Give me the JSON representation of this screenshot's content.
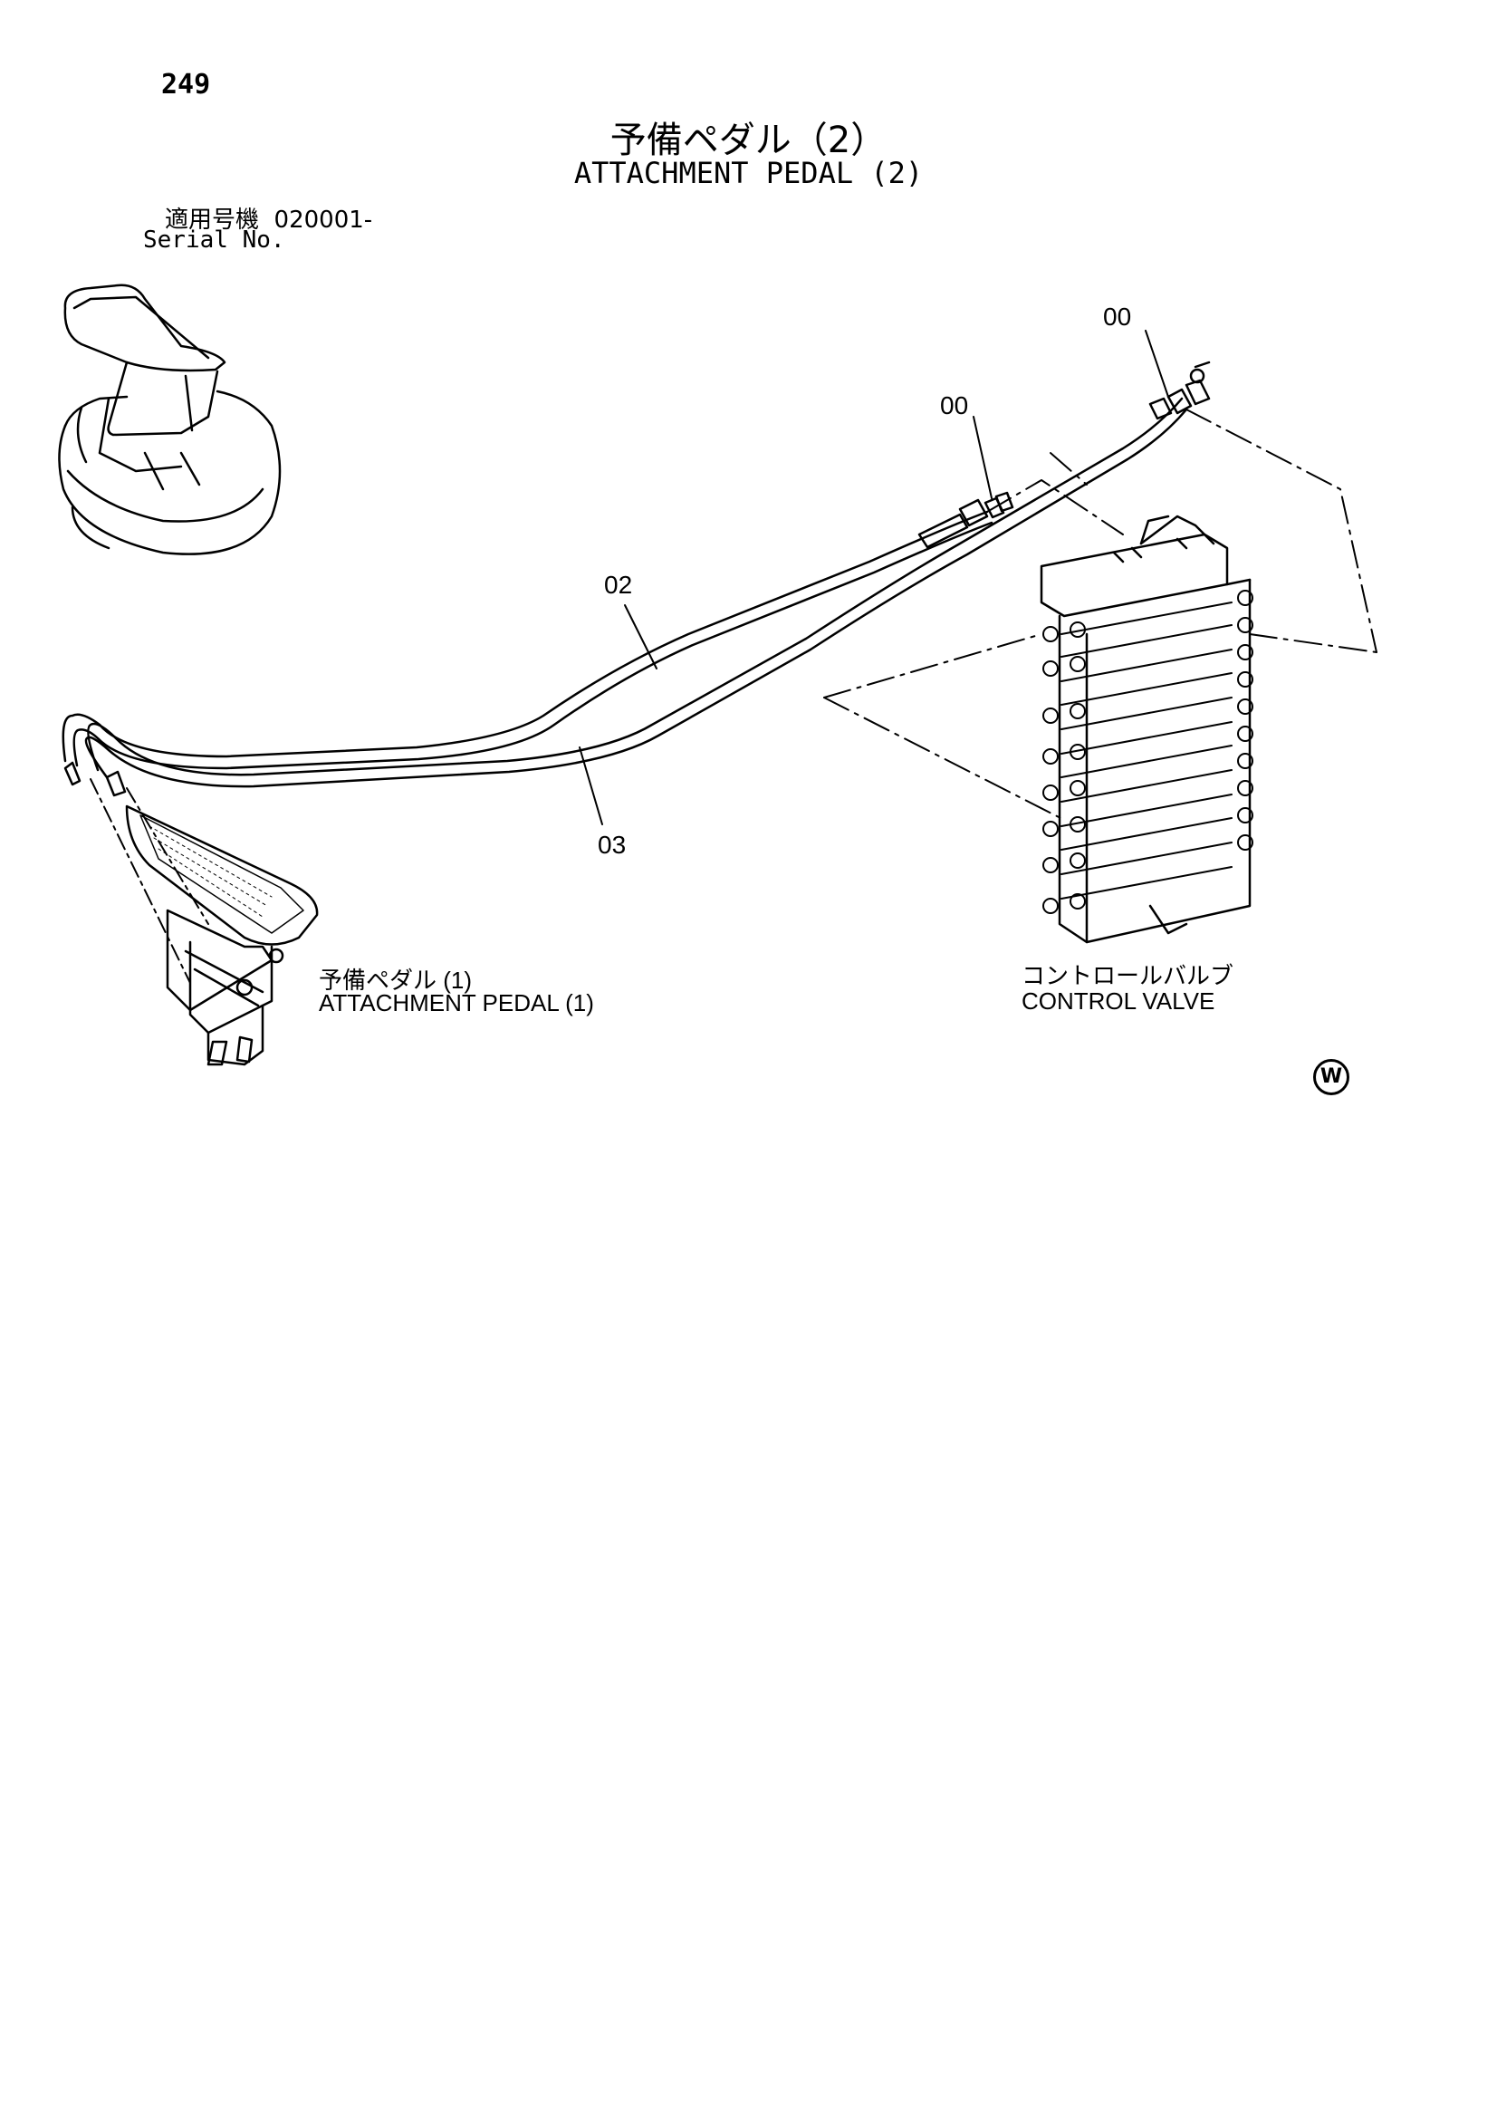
{
  "page_number": "249",
  "title": {
    "jp": "予備ペダル（2）",
    "en": "ATTACHMENT PEDAL (2)"
  },
  "serial": {
    "jp_label": "適用号機",
    "value": "020001-",
    "en_label": "Serial No."
  },
  "callouts": [
    "00",
    "00",
    "02",
    "03"
  ],
  "labels": {
    "pedal_jp": "予備ペダル (1)",
    "pedal_en": "ATTACHMENT PEDAL (1)",
    "valve_jp": "コントロールバルブ",
    "valve_en": "CONTROL VALVE"
  },
  "mark": "W"
}
